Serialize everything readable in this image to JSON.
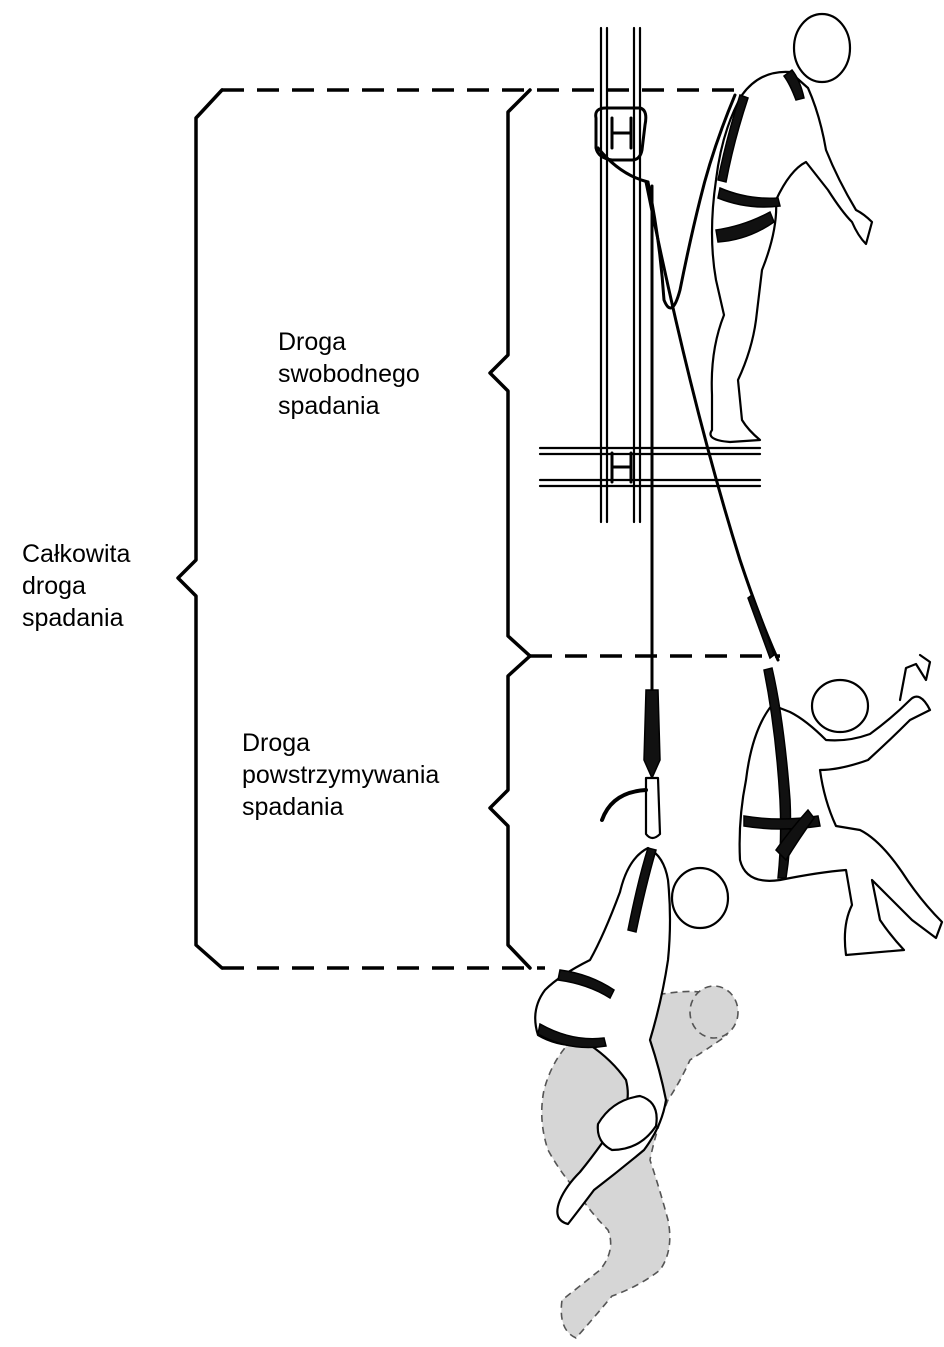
{
  "labels": {
    "total_fall_distance": [
      "Całkowita",
      "droga",
      "spadania"
    ],
    "free_fall_distance": [
      "Droga",
      "swobodnego",
      "spadania"
    ],
    "arrest_distance": [
      "Droga",
      "powstrzymywania",
      "spadania"
    ]
  },
  "colors": {
    "ink": "#000000",
    "background": "#ffffff",
    "ghost_figure": "#d6d6d6"
  }
}
